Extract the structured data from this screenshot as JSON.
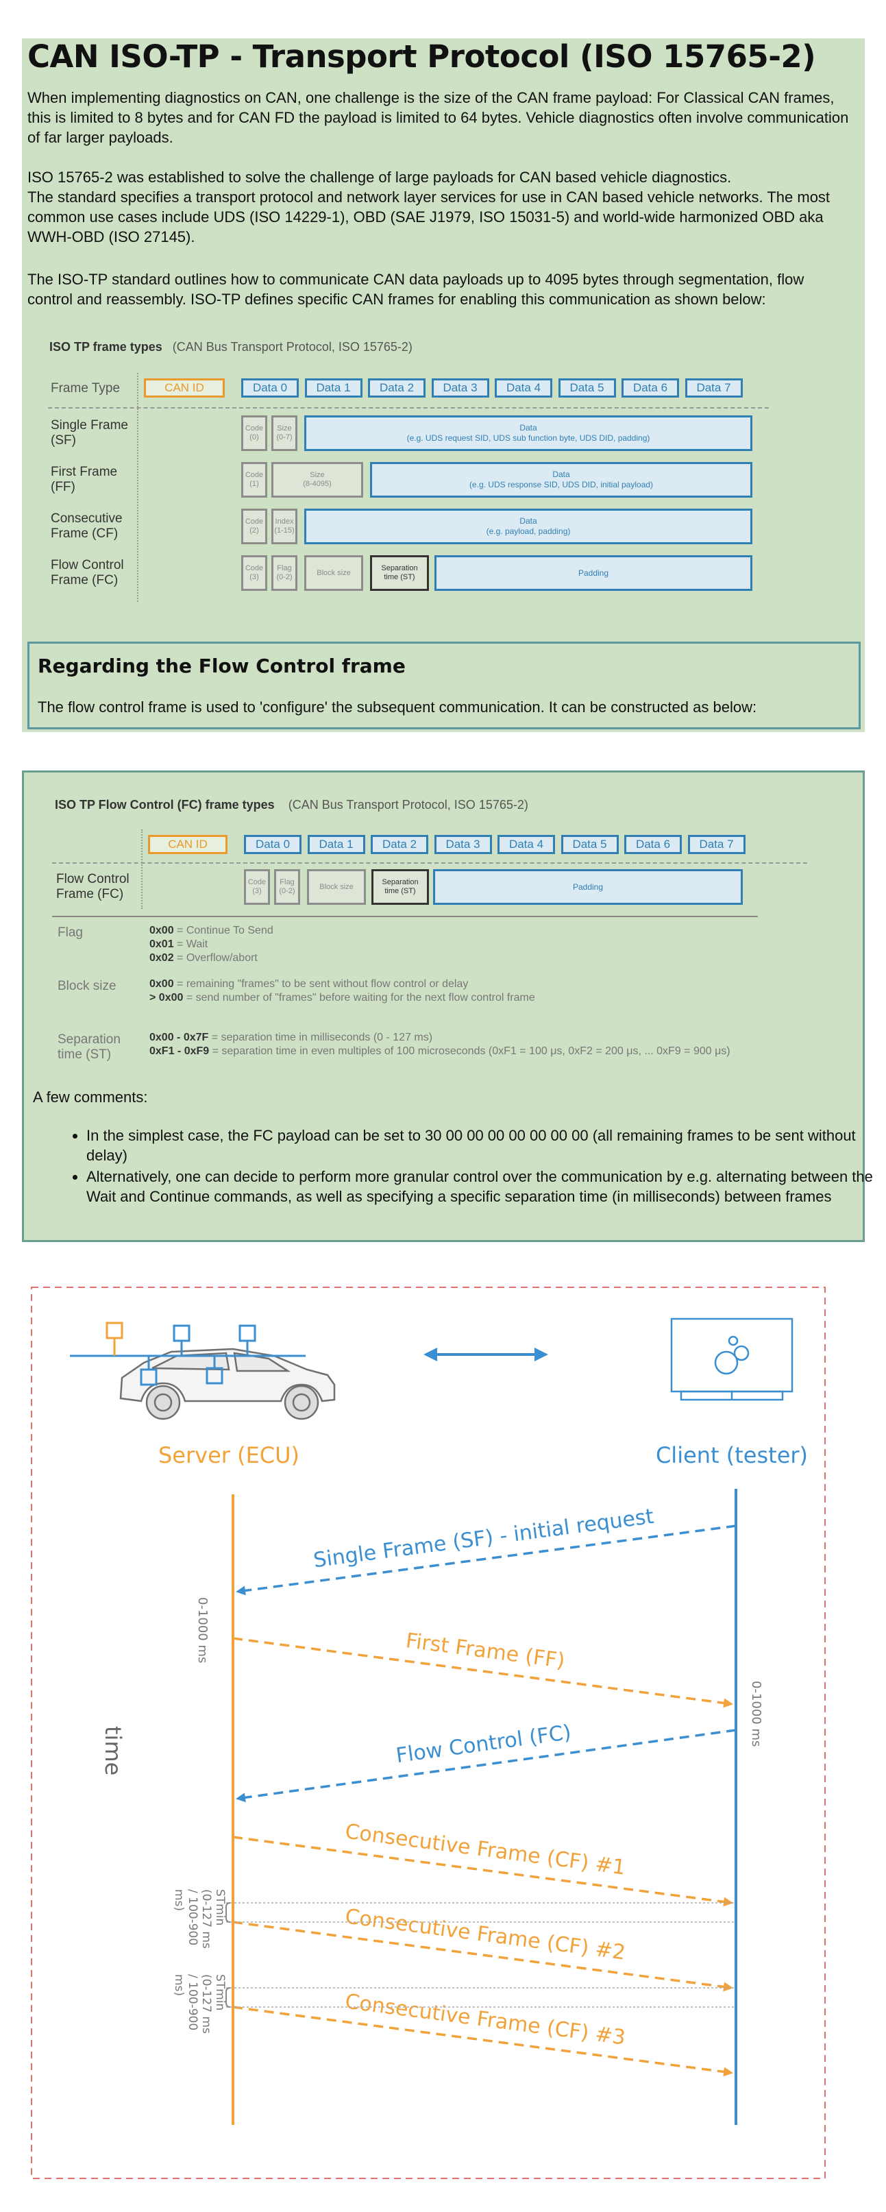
{
  "title": "CAN ISO-TP - Transport Protocol (ISO 15765-2)",
  "paragraphs": [
    "When implementing diagnostics on CAN, one challenge is the size of the CAN frame payload: For Classical CAN frames, this is limited to 8 bytes and for CAN FD the payload is limited to 64 bytes. Vehicle diagnostics often involve communication of far larger payloads.",
    "ISO 15765-2 was established to solve the challenge of large payloads for CAN based vehicle diagnostics.",
    "The standard specifies a transport protocol and network layer services for use in CAN based vehicle networks. The most common use cases include UDS (ISO 14229-1), OBD (SAE J1979, ISO 15031-5) and world-wide harmonized OBD aka WWH-OBD (ISO 27145).",
    "The ISO-TP standard outlines how to communicate CAN data payloads up to 4095 bytes through segmentation, flow control and reassembly. ISO-TP defines specific CAN frames for enabling this communication as shown below:"
  ],
  "frame_types": {
    "title_bold": "ISO TP frame types",
    "title_rest": "(CAN Bus Transport Protocol, ISO 15765-2)",
    "header_label": "Frame Type",
    "can_id": "CAN ID",
    "data_cols": [
      "Data 0",
      "Data 1",
      "Data 2",
      "Data 3",
      "Data 4",
      "Data 5",
      "Data 6",
      "Data 7"
    ],
    "rows": [
      {
        "label": "Single Frame\n(SF)",
        "code": "Code\n(0)",
        "b": "Size\n(0-7)",
        "data": "Data\n(e.g. UDS request SID, UDS sub function byte, UDS DID, padding)"
      },
      {
        "label": "First Frame\n(FF)",
        "code": "Code\n(1)",
        "b": "Size\n(8-4095)",
        "data": "Data\n(e.g. UDS response SID, UDS DID, initial payload)"
      },
      {
        "label": "Consecutive\nFrame (CF)",
        "code": "Code\n(2)",
        "b": "Index\n(1-15)",
        "data": "Data\n(e.g. payload, padding)"
      },
      {
        "label": "Flow Control\nFrame (FC)",
        "code": "Code\n(3)",
        "b": "Flag\n(0-2)",
        "block": "Block size",
        "sep": "Separation\ntime (ST)",
        "data": "Padding"
      }
    ]
  },
  "flow_box": {
    "heading": "Regarding the Flow Control frame",
    "text": "The flow control frame is used to 'configure' the subsequent communication. It can be constructed as below:"
  },
  "fc_types": {
    "title_bold": "ISO TP Flow Control (FC) frame types",
    "title_rest": "(CAN Bus Transport Protocol, ISO 15765-2)",
    "row_label": "Flow Control\nFrame (FC)",
    "flag_label": "Flag",
    "flag_lines": [
      {
        "code": "0x00",
        "text": " = Continue To Send"
      },
      {
        "code": "0x01",
        "text": " = Wait"
      },
      {
        "code": "0x02",
        "text": " = Overflow/abort"
      }
    ],
    "block_label": "Block size",
    "block_lines": [
      {
        "code": "0x00",
        "text": " = remaining \"frames\" to be sent without flow control or delay"
      },
      {
        "code": "> 0x00",
        "text": " = send number of \"frames\" before waiting for the next flow control frame"
      }
    ],
    "sep_label": "Separation\ntime (ST)",
    "sep_lines": [
      {
        "code": "0x00 - 0x7F",
        "text": " = separation time in milliseconds (0 - 127 ms)"
      },
      {
        "code": "0xF1 - 0xF9",
        "text": " = separation time in even multiples of 100 microseconds (0xF1 = 100 μs, 0xF2 = 200 μs, ... 0xF9 = 900 μs)"
      }
    ]
  },
  "comments_heading": "A few comments:",
  "comments": [
    "In the simplest case, the FC payload can be set to 30 00 00 00 00 00 00 00 (all remaining frames to be sent without delay)",
    "Alternatively, one can decide to perform more granular control over the communication by e.g. alternating between the Wait and Continue commands, as well as specifying a specific separation time (in milliseconds) between frames"
  ],
  "sequence": {
    "server_label": "Server (ECU)",
    "client_label": "Client (tester)",
    "time_label": "time",
    "timing_left": "0-1000 ms",
    "timing_right": "0-1000 ms",
    "stmin": "STmin\n(0-127 ms\n/ 100-900\nms)",
    "messages": [
      "Single Frame (SF) - initial request",
      "First Frame (FF)",
      "Flow Control (FC)",
      "Consecutive Frame (CF) #1",
      "Consecutive Frame (CF) #2",
      "Consecutive Frame (CF) #3"
    ],
    "colors": {
      "server": "#f2a23a",
      "client": "#3b8fd1",
      "border": "#e0716b"
    }
  }
}
